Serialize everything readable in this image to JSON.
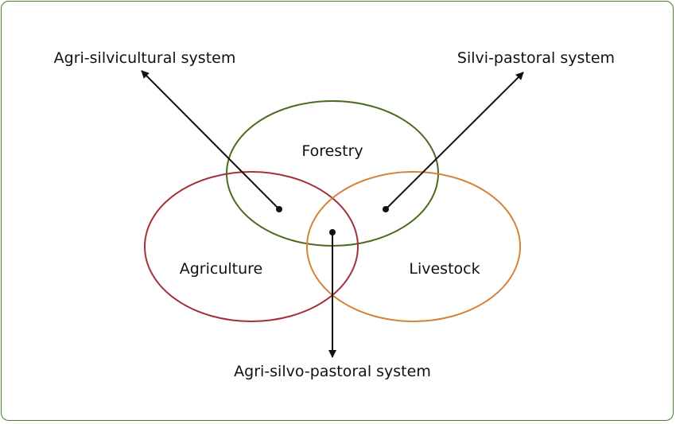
{
  "diagram": {
    "sets": {
      "forestry": {
        "label": "Forestry",
        "color": "#4a6a1f"
      },
      "agriculture": {
        "label": "Agriculture",
        "color": "#a3303a"
      },
      "livestock": {
        "label": "Livestock",
        "color": "#d4833a"
      }
    },
    "systems": {
      "agri_silvicultural": {
        "label": "Agri-silvicultural system"
      },
      "silvi_pastoral": {
        "label": "Silvi-pastoral system"
      },
      "agri_silvo_pastoral": {
        "label": "Agri-silvo-pastoral system"
      }
    },
    "arrow_color": "#111111"
  }
}
